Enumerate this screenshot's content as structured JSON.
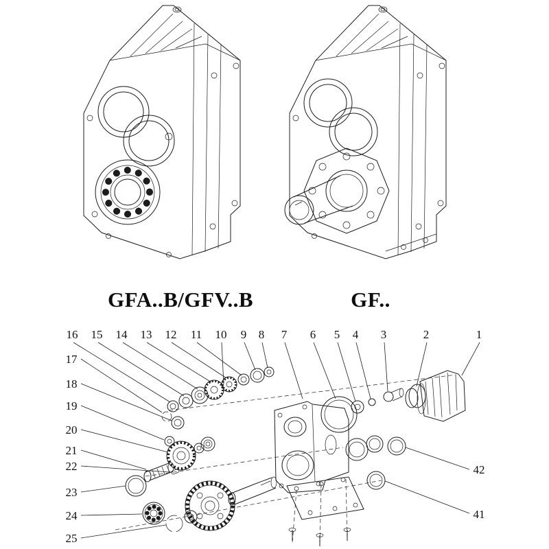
{
  "figure": {
    "background": "#ffffff",
    "line_color": "#1c1c1c"
  },
  "models": {
    "left_label": "GFA..B/GFV..B",
    "right_label": "GF.."
  },
  "exploded": {
    "top_callouts": [
      "16",
      "15",
      "14",
      "13",
      "12",
      "11",
      "10",
      "9",
      "8",
      "7",
      "6",
      "5",
      "4",
      "3",
      "2",
      "1"
    ],
    "left_callouts": [
      "17",
      "18",
      "19",
      "20",
      "21",
      "22",
      "23",
      "24",
      "25"
    ],
    "right_callouts": [
      "42",
      "41"
    ]
  }
}
